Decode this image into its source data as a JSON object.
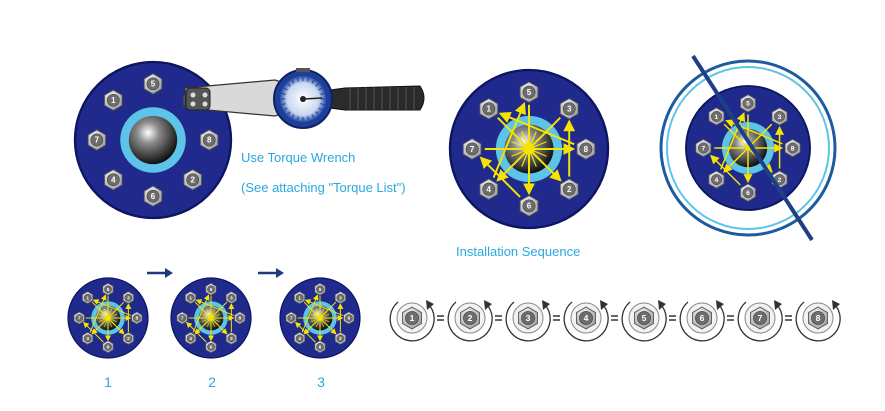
{
  "labels": {
    "torque_wrench": "Use Torque Wrench",
    "torque_list": "(See attaching \"Torque List\")",
    "installation_sequence": "Installation Sequence"
  },
  "bolt_numbers": [
    "1",
    "2",
    "3",
    "4",
    "5",
    "6",
    "7",
    "8"
  ],
  "steps": [
    "1",
    "2",
    "3"
  ],
  "colors": {
    "flange_blue": "#1f2a8c",
    "ring_cyan": "#5ec3e8",
    "arrow_yellow": "#f5e400",
    "label_blue": "#29a8e0",
    "arrow_navy": "#1f3a7a"
  },
  "icons": [
    "flange-icon",
    "torque-wrench-icon",
    "bolt-nut-icon",
    "rotate-arrow-icon",
    "right-arrow-icon"
  ]
}
